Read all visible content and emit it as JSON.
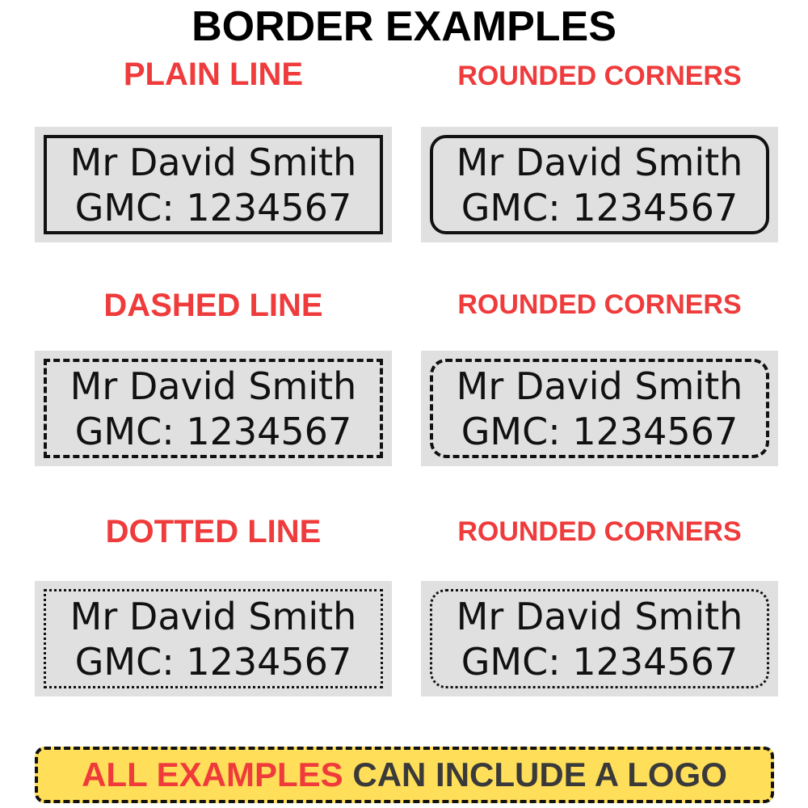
{
  "title": "BORDER EXAMPLES",
  "colors": {
    "heading": "#ef3b3b",
    "panel_background": "#e0e0e0",
    "footer_background": "#ffde59"
  },
  "rows": [
    {
      "left_heading": "PLAIN LINE",
      "right_heading": "ROUNDED CORNERS",
      "left_stamp": {
        "name": "Mr David Smith",
        "gmc": "GMC: 1234567"
      },
      "right_stamp": {
        "name": "Mr David Smith",
        "gmc": "GMC: 1234567"
      }
    },
    {
      "left_heading": "DASHED LINE",
      "right_heading": "ROUNDED CORNERS",
      "left_stamp": {
        "name": "Mr David Smith",
        "gmc": "GMC: 1234567"
      },
      "right_stamp": {
        "name": "Mr David Smith",
        "gmc": "GMC: 1234567"
      }
    },
    {
      "left_heading": "DOTTED LINE",
      "right_heading": "ROUNDED CORNERS",
      "left_stamp": {
        "name": "Mr David Smith",
        "gmc": "GMC: 1234567"
      },
      "right_stamp": {
        "name": "Mr David Smith",
        "gmc": "GMC: 1234567"
      }
    }
  ],
  "footer": {
    "highlight": "ALL EXAMPLES",
    "rest": "CAN INCLUDE A LOGO"
  }
}
